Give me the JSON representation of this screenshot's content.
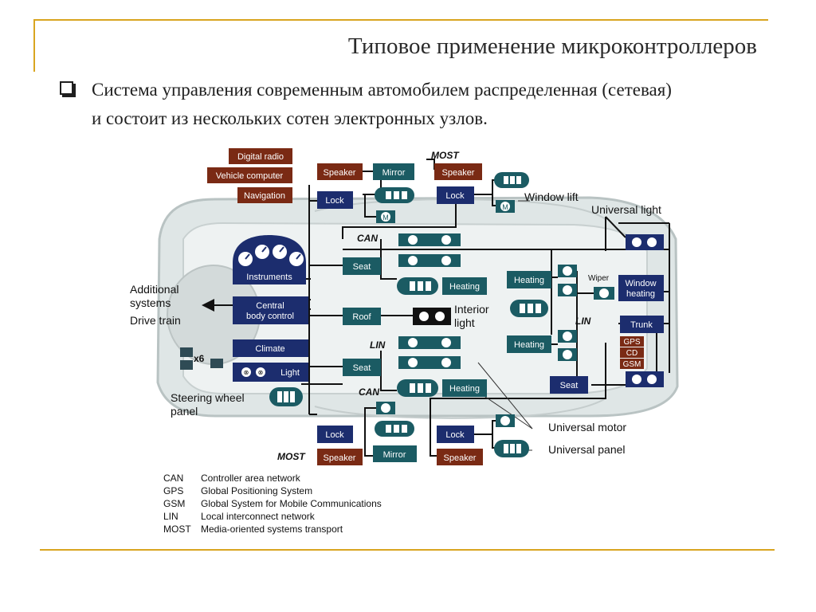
{
  "slide": {
    "title": "Типовое применение микроконтроллеров",
    "bullet_line1": "Система управления современным автомобилем распределенная (сетевая)",
    "bullet_line2": "и состоит из  нескольких сотен электронных  узлов."
  },
  "colors": {
    "accent_rule": "#d9a520",
    "module_dark": "#1c2d6e",
    "module_teal": "#1b5b63",
    "module_brown": "#7a2a14",
    "bus_line": "#111111"
  },
  "diagram": {
    "digital_radio": "Digital radio",
    "vehicle_computer": "Vehicle computer",
    "navigation": "Navigation",
    "speaker_tl": "Speaker",
    "mirror_tl": "Mirror",
    "speaker_tr": "Speaker",
    "lock_tl": "Lock",
    "lock_tr": "Lock",
    "most_top": "MOST",
    "window_lift": "Window lift",
    "universal_light": "Universal light",
    "can_top": "CAN",
    "instruments": "Instruments",
    "seat_upper": "Seat",
    "heating_upper": "Heating",
    "heating_mid_right": "Heating",
    "wiper": "Wiper",
    "window_heating_1": "Window",
    "window_heating_2": "heating",
    "additional_systems_1": "Additional",
    "additional_systems_2": "systems",
    "drive_train": "Drive train",
    "central_body_1": "Central",
    "central_body_2": "body control",
    "roof": "Roof",
    "interior_light_1": "Interior",
    "interior_light_2": "light",
    "lin_right": "LIN",
    "trunk": "Trunk",
    "climate": "Climate",
    "lin_left": "LIN",
    "heating_lower_right": "Heating",
    "gps": "GPS",
    "cd": "CD",
    "gsm": "GSM",
    "x6": "x6",
    "light": "Light",
    "seat_lower": "Seat",
    "can_bottom": "CAN",
    "heating_lower": "Heating",
    "seat_right": "Seat",
    "steering_1": "Steering wheel",
    "steering_2": "panel",
    "universal_motor": "Universal motor",
    "lock_bl": "Lock",
    "lock_br": "Lock",
    "universal_panel": "Universal panel",
    "most_bottom": "MOST",
    "speaker_bl": "Speaker",
    "mirror_bl": "Mirror",
    "speaker_br": "Speaker",
    "motor_symbol": "M"
  },
  "legend": [
    {
      "abbr": "CAN",
      "text": "Controller area network"
    },
    {
      "abbr": "GPS",
      "text": "Global Positioning System"
    },
    {
      "abbr": "GSM",
      "text": "Global System for Mobile Communications"
    },
    {
      "abbr": "LIN",
      "text": "Local interconnect network"
    },
    {
      "abbr": "MOST",
      "text": "Media-oriented systems transport"
    }
  ]
}
